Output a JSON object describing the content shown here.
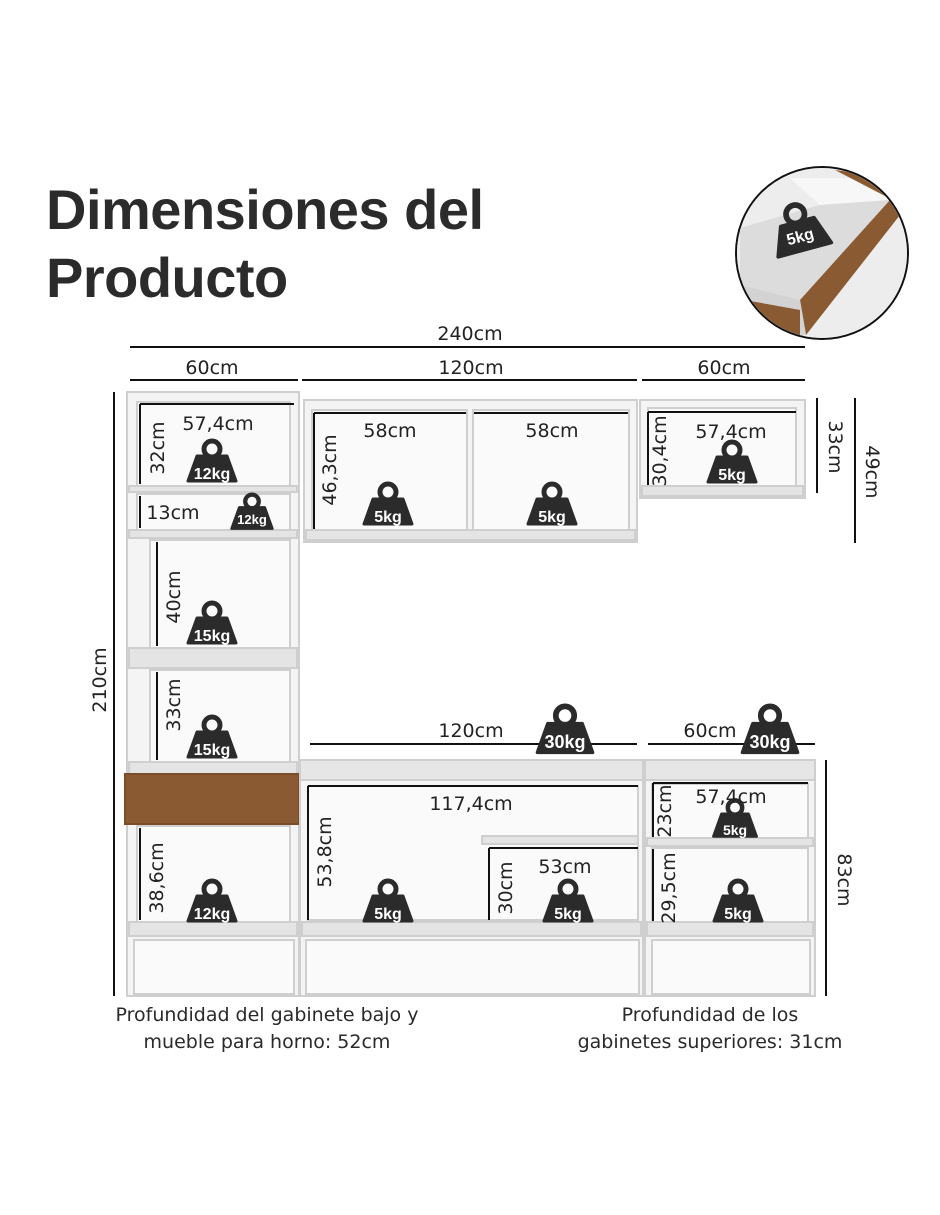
{
  "title": {
    "line1": "Dimensiones del",
    "line2": "Producto"
  },
  "inset": {
    "weight": "5kg"
  },
  "colors": {
    "cabinet_fill": "#f3f3f3",
    "cabinet_edge": "#cfcfcf",
    "wood": "#8a5a33",
    "weight_icon": "#2b2b2b",
    "dimension_line": "#111111"
  },
  "icons": {
    "weight": "weight-icon"
  },
  "dimensions": {
    "total_width": "240cm",
    "left_width": "60cm",
    "middle_width": "120cm",
    "right_width": "60cm",
    "total_height": "210cm",
    "upper_right_height": "33cm",
    "upper_right_total": "49cm",
    "lower_height": "83cm",
    "countertop_middle": "120cm",
    "countertop_right": "60cm"
  },
  "compartments": {
    "tower_top": {
      "width": "57,4cm",
      "height": "32cm",
      "weight": "12kg"
    },
    "tower_slot": {
      "height": "13cm",
      "weight": "12kg"
    },
    "tower_mid": {
      "height": "40cm",
      "weight": "15kg"
    },
    "tower_low": {
      "height": "33cm",
      "weight": "15kg"
    },
    "tower_base": {
      "height": "38,6cm",
      "weight": "12kg"
    },
    "upper_mid_left": {
      "width": "58cm",
      "height": "46,3cm",
      "weight": "5kg"
    },
    "upper_mid_right": {
      "width": "58cm",
      "weight": "5kg"
    },
    "upper_right": {
      "width": "57,4cm",
      "height": "30,4cm",
      "weight": "5kg"
    },
    "counter_mid": {
      "weight": "30kg"
    },
    "counter_right": {
      "weight": "30kg"
    },
    "lower_mid": {
      "width": "117,4cm",
      "height": "53,8cm",
      "weight": "5kg"
    },
    "lower_mid_inner": {
      "width": "53cm",
      "height": "30cm",
      "weight": "5kg"
    },
    "lower_right_top": {
      "width": "57,4cm",
      "height": "23cm",
      "weight": "5kg"
    },
    "lower_right_bottom": {
      "height": "29,5cm",
      "weight": "5kg"
    }
  },
  "notes": {
    "lower_depth_line1": "Profundidad del gabinete bajo y",
    "lower_depth_line2": "mueble para horno: 52cm",
    "upper_depth_line1": "Profundidad de los",
    "upper_depth_line2": "gabinetes superiores: 31cm"
  }
}
